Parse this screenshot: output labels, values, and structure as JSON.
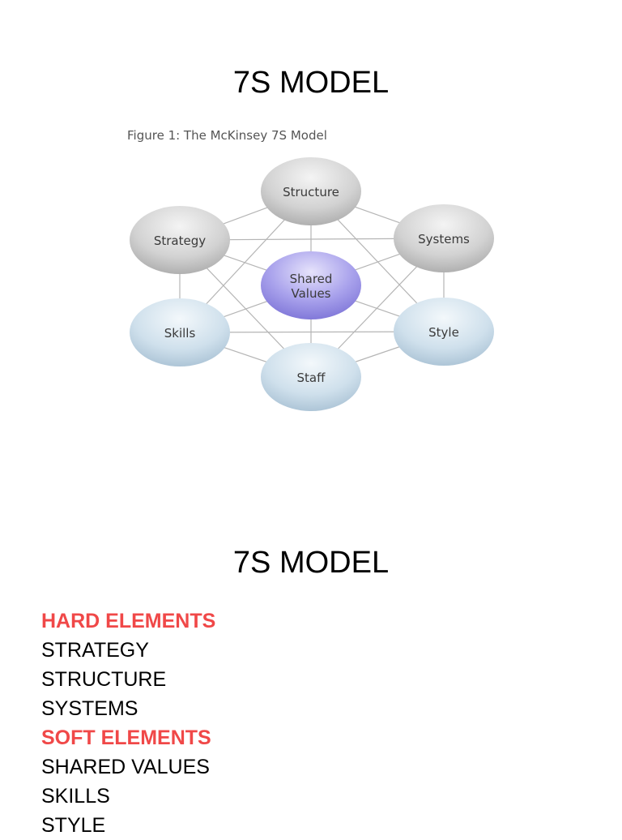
{
  "slide1": {
    "title": "7S MODEL",
    "figure_caption": "Figure 1: The McKinsey 7S Model",
    "nodes": {
      "structure": "Structure",
      "strategy": "Strategy",
      "systems": "Systems",
      "shared_values_line1": "Shared",
      "shared_values_line2": "Values",
      "skills": "Skills",
      "style": "Style",
      "staff": "Staff"
    },
    "colors": {
      "hard_node": "#c8c8c8",
      "soft_node": "#c9dbe8",
      "center_node": "#9d96e4",
      "connector": "#b5b5b5"
    }
  },
  "slide2": {
    "title": "7S MODEL",
    "hard_heading": "HARD ELEMENTS",
    "hard_items": [
      "STRATEGY",
      "STRUCTURE",
      "SYSTEMS"
    ],
    "soft_heading": "SOFT ELEMENTS",
    "soft_items": [
      "SHARED VALUES",
      "SKILLS",
      "STYLE"
    ],
    "heading_color": "#f04848"
  }
}
